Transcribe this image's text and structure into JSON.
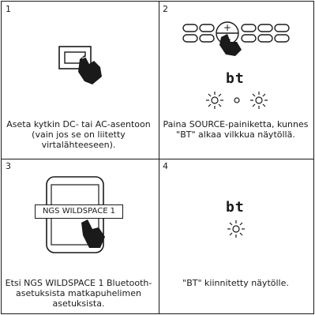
{
  "panels": [
    {
      "number": "1",
      "caption": "Aseta kytkin DC- tai AC-asentoon (vain jos se on liitetty virtalähteeseen).",
      "icon": "switch-press-icon"
    },
    {
      "number": "2",
      "caption": "Paina SOURCE-painiketta, kunnes \"BT\" alkaa vilkkua näytöllä.",
      "display_text": "bt",
      "icon": "button-panel-icon"
    },
    {
      "number": "3",
      "caption": "Etsi NGS WILDSPACE 1 Bluetooth-asetuksista matkapuhelimen asetuksista.",
      "device_name": "NGS WILDSPACE 1",
      "icon": "smartphone-icon"
    },
    {
      "number": "4",
      "caption": "\"BT\" kiinnitetty näytölle.",
      "display_text": "bt",
      "icon": "bluetooth-display-icon"
    }
  ]
}
